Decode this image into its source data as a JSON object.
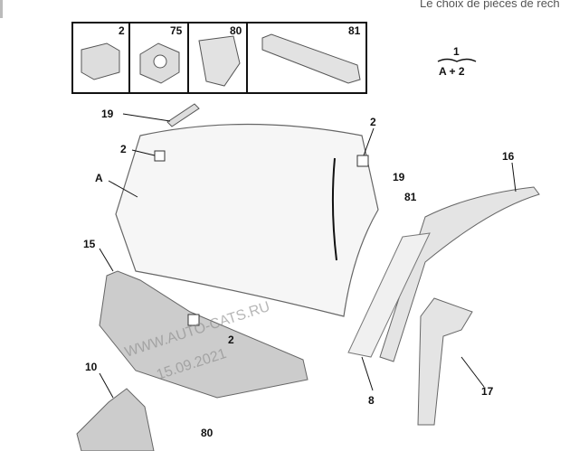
{
  "header_text": "Le choix de pièces de rech",
  "legend_box": {
    "cells": [
      "2",
      "75",
      "80",
      "81"
    ]
  },
  "formula": {
    "top": "1",
    "bottom": "A + 2"
  },
  "callouts": [
    "19",
    "2",
    "A",
    "2",
    "19",
    "81",
    "16",
    "15",
    "2",
    "10",
    "8",
    "80",
    "17"
  ],
  "watermark": [
    "WWW.AUTO-CATS.RU",
    "15.09.2021"
  ]
}
